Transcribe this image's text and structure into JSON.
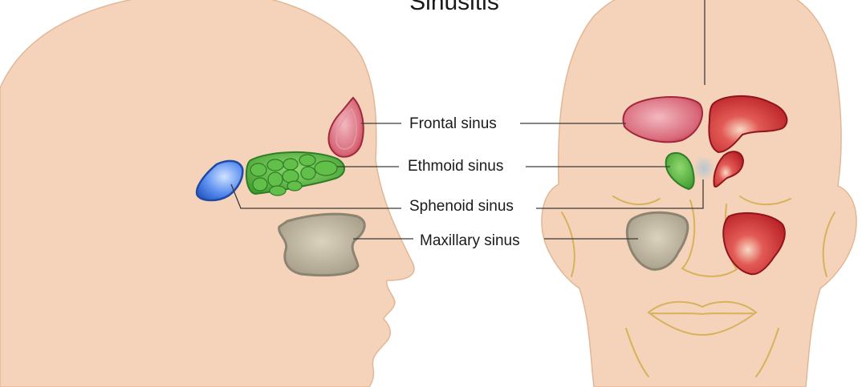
{
  "title": "Sinusitis",
  "labels": {
    "frontal": "Frontal sinus",
    "ethmoid": "Ethmoid sinus",
    "sphenoid": "Sphenoid sinus",
    "maxillary": "Maxillary sinus"
  },
  "colors": {
    "skin": "#f5d3bb",
    "skin_outline": "#e2b795",
    "frontal": "#c9404c",
    "ethmoid": "#49a63a",
    "sphenoid": "#3f76d6",
    "maxillary": "#a39a86",
    "inflamed": "#c0262b",
    "leader_line": "#3a3a3a",
    "face_lines": "#d7b25a"
  }
}
